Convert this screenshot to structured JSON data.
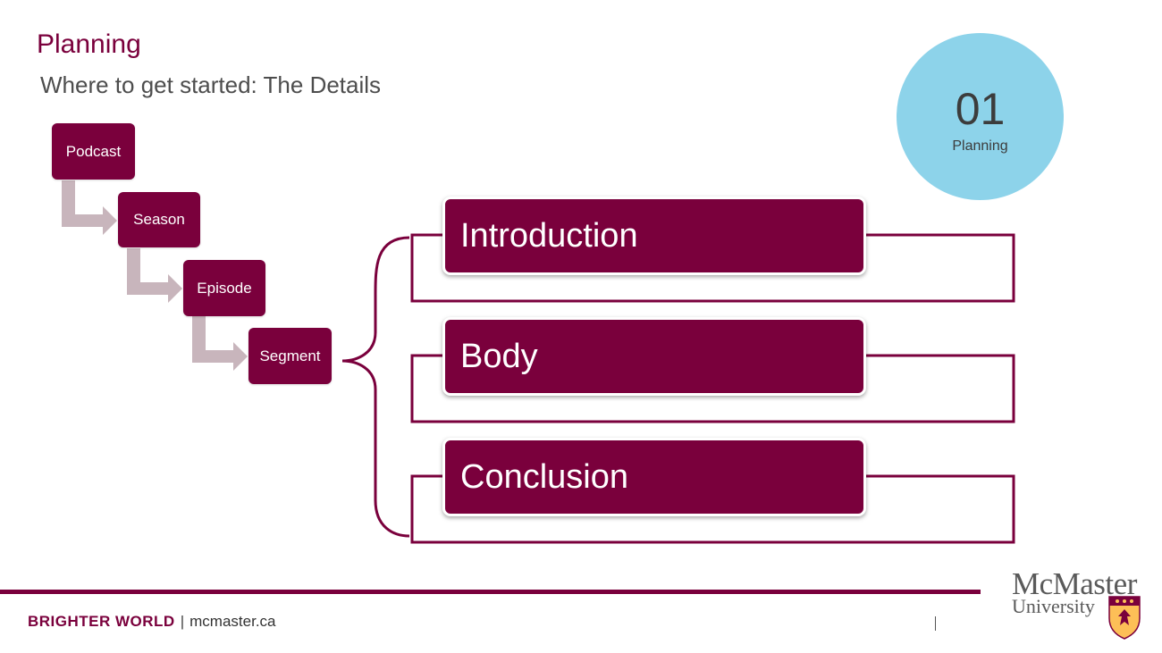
{
  "slide": {
    "title": "Planning",
    "subtitle": "Where to get started: The Details"
  },
  "badge": {
    "number": "01",
    "label": "Planning",
    "color": "#8dd3ea"
  },
  "hierarchy": [
    "Podcast",
    "Season",
    "Episode",
    "Segment"
  ],
  "sections": [
    "Introduction",
    "Body",
    "Conclusion"
  ],
  "footer": {
    "brand": "BRIGHTER WORLD",
    "separator": "|",
    "url": "mcmaster.ca"
  },
  "logo": {
    "name": "McMaster",
    "sub": "University"
  },
  "colors": {
    "maroon": "#7a003c",
    "connector": "#c8b5bc"
  }
}
